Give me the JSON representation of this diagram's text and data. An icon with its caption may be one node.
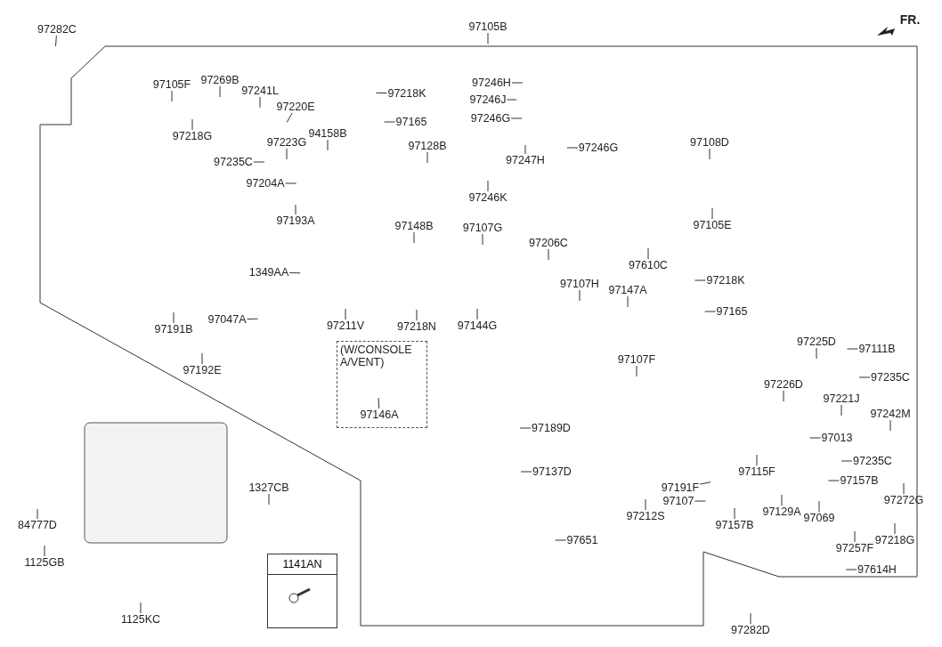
{
  "diagram": {
    "nodes": [
      {
        "text": [
          "97282C"
        ]
      },
      {
        "text": [
          "97105B"
        ]
      },
      {
        "text": [
          "97105F"
        ]
      },
      {
        "text": [
          "97269B"
        ]
      },
      {
        "text": [
          "97241L"
        ]
      },
      {
        "text": [
          "97220E"
        ]
      },
      {
        "text": [
          "97218G"
        ]
      },
      {
        "text": [
          "97218K"
        ]
      },
      {
        "text": [
          "97165"
        ]
      },
      {
        "text": [
          "94158B"
        ]
      },
      {
        "text": [
          "97128B"
        ]
      },
      {
        "text": [
          "97223G"
        ]
      },
      {
        "text": [
          "97235C"
        ]
      },
      {
        "text": [
          "97204A"
        ]
      },
      {
        "text": [
          "97193A"
        ]
      },
      {
        "text": [
          "97148B"
        ]
      },
      {
        "text": [
          "1349AA"
        ]
      },
      {
        "text": [
          "97047A"
        ]
      },
      {
        "text": [
          "97211V"
        ]
      },
      {
        "text": [
          "97218N"
        ]
      },
      {
        "text": [
          "97191B"
        ]
      },
      {
        "text": [
          "97192E"
        ]
      },
      {
        "text": [
          "97246H"
        ]
      },
      {
        "text": [
          "97246J"
        ]
      },
      {
        "text": [
          "97246G"
        ]
      },
      {
        "text": [
          "97246G"
        ]
      },
      {
        "text": [
          "97247H"
        ]
      },
      {
        "text": [
          "97246K"
        ]
      },
      {
        "text": [
          "97107G"
        ]
      },
      {
        "text": [
          "97206C"
        ]
      },
      {
        "text": [
          "97108D"
        ]
      },
      {
        "text": [
          "97105E"
        ]
      },
      {
        "text": [
          "97610C"
        ]
      },
      {
        "text": [
          "97218K"
        ]
      },
      {
        "text": [
          "97165"
        ]
      },
      {
        "text": [
          "97107H"
        ]
      },
      {
        "text": [
          "97147A"
        ]
      },
      {
        "text": [
          "97144G"
        ]
      },
      {
        "text": [
          "(W/CONSOLE A/VENT)"
        ]
      },
      {
        "text": [
          "97146A"
        ],
        "in": 38
      },
      {
        "text": [
          "97107F"
        ]
      },
      {
        "text": [
          "97189D"
        ]
      },
      {
        "text": [
          "97137D"
        ]
      },
      {
        "text": [
          "97651"
        ]
      },
      {
        "text": [
          "97225D"
        ]
      },
      {
        "text": [
          "97111B"
        ]
      },
      {
        "text": [
          "97235C"
        ]
      },
      {
        "text": [
          "97226D"
        ]
      },
      {
        "text": [
          "97221J"
        ]
      },
      {
        "text": [
          "97242M"
        ]
      },
      {
        "text": [
          "97013"
        ]
      },
      {
        "text": [
          "97235C"
        ]
      },
      {
        "text": [
          "97157B"
        ]
      },
      {
        "text": [
          "97115F"
        ]
      },
      {
        "text": [
          "97191F"
        ]
      },
      {
        "text": [
          "97107"
        ]
      },
      {
        "text": [
          "97157B"
        ]
      },
      {
        "text": [
          "97129A"
        ]
      },
      {
        "text": [
          "97069"
        ]
      },
      {
        "text": [
          "97212S"
        ]
      },
      {
        "text": [
          "97272G"
        ]
      },
      {
        "text": [
          "97218G"
        ]
      },
      {
        "text": [
          "97257F"
        ]
      },
      {
        "text": [
          "97614H"
        ]
      },
      {
        "text": [
          "97282D"
        ]
      },
      {
        "text": [
          "1327CB"
        ]
      },
      {
        "text": [
          "84777D"
        ]
      },
      {
        "text": [
          "1125GB"
        ]
      },
      {
        "text": [
          "1125KC"
        ]
      },
      {
        "text": [
          "1141AN"
        ]
      }
    ],
    "edges": [
      {
        "from": 0,
        "to": null,
        "arrow": "none"
      },
      {
        "from": 1,
        "to": null,
        "arrow": "none"
      },
      {
        "from": 2,
        "to": null,
        "arrow": "none"
      },
      {
        "from": 3,
        "to": null,
        "arrow": "none"
      },
      {
        "from": 4,
        "to": null,
        "arrow": "none"
      },
      {
        "from": 5,
        "to": null,
        "arrow": "none"
      },
      {
        "from": 6,
        "to": null,
        "arrow": "none"
      },
      {
        "from": 7,
        "to": null,
        "arrow": "none"
      },
      {
        "from": 8,
        "to": null,
        "arrow": "none"
      },
      {
        "from": 9,
        "to": null,
        "arrow": "none"
      },
      {
        "from": 10,
        "to": null,
        "arrow": "none"
      },
      {
        "from": 11,
        "to": null,
        "arrow": "none"
      },
      {
        "from": 12,
        "to": null,
        "arrow": "none"
      },
      {
        "from": 13,
        "to": null,
        "arrow": "none"
      },
      {
        "from": 14,
        "to": null,
        "arrow": "none"
      },
      {
        "from": 15,
        "to": null,
        "arrow": "none"
      },
      {
        "from": 16,
        "to": null,
        "arrow": "none"
      },
      {
        "from": 17,
        "to": null,
        "arrow": "none"
      },
      {
        "from": 18,
        "to": null,
        "arrow": "none"
      },
      {
        "from": 19,
        "to": null,
        "arrow": "none"
      },
      {
        "from": 20,
        "to": null,
        "arrow": "none"
      },
      {
        "from": 21,
        "to": null,
        "arrow": "none"
      },
      {
        "from": 22,
        "to": null,
        "arrow": "none"
      },
      {
        "from": 23,
        "to": null,
        "arrow": "none"
      },
      {
        "from": 24,
        "to": null,
        "arrow": "none"
      },
      {
        "from": 25,
        "to": null,
        "arrow": "none"
      },
      {
        "from": 26,
        "to": null,
        "arrow": "none"
      },
      {
        "from": 27,
        "to": null,
        "arrow": "none"
      },
      {
        "from": 28,
        "to": null,
        "arrow": "none"
      },
      {
        "from": 29,
        "to": null,
        "arrow": "none"
      },
      {
        "from": 30,
        "to": null,
        "arrow": "none"
      },
      {
        "from": 31,
        "to": null,
        "arrow": "none"
      },
      {
        "from": 32,
        "to": null,
        "arrow": "none"
      },
      {
        "from": 33,
        "to": null,
        "arrow": "none"
      },
      {
        "from": 34,
        "to": null,
        "arrow": "none"
      },
      {
        "from": 35,
        "to": null,
        "arrow": "none"
      },
      {
        "from": 36,
        "to": null,
        "arrow": "none"
      },
      {
        "from": 37,
        "to": null,
        "arrow": "none"
      },
      {
        "from": 39,
        "to": null,
        "arrow": "none"
      },
      {
        "from": 40,
        "to": null,
        "arrow": "none"
      },
      {
        "from": 41,
        "to": null,
        "arrow": "none"
      },
      {
        "from": 42,
        "to": null,
        "arrow": "none"
      },
      {
        "from": 43,
        "to": null,
        "arrow": "none"
      },
      {
        "from": 44,
        "to": null,
        "arrow": "none"
      },
      {
        "from": 45,
        "to": null,
        "arrow": "none"
      },
      {
        "from": 46,
        "to": null,
        "arrow": "none"
      },
      {
        "from": 47,
        "to": null,
        "arrow": "none"
      },
      {
        "from": 48,
        "to": null,
        "arrow": "none"
      },
      {
        "from": 49,
        "to": null,
        "arrow": "none"
      },
      {
        "from": 50,
        "to": null,
        "arrow": "none"
      },
      {
        "from": 51,
        "to": null,
        "arrow": "none"
      },
      {
        "from": 52,
        "to": null,
        "arrow": "none"
      },
      {
        "from": 53,
        "to": null,
        "arrow": "none"
      },
      {
        "from": 54,
        "to": null,
        "arrow": "none"
      },
      {
        "from": 55,
        "to": null,
        "arrow": "none"
      },
      {
        "from": 56,
        "to": null,
        "arrow": "none"
      },
      {
        "from": 57,
        "to": null,
        "arrow": "none"
      },
      {
        "from": 58,
        "to": null,
        "arrow": "none"
      },
      {
        "from": 59,
        "to": null,
        "arrow": "none"
      },
      {
        "from": 60,
        "to": null,
        "arrow": "none"
      },
      {
        "from": 61,
        "to": null,
        "arrow": "none"
      },
      {
        "from": 62,
        "to": null,
        "arrow": "none"
      },
      {
        "from": 63,
        "to": null,
        "arrow": "none"
      },
      {
        "from": 64,
        "to": null,
        "arrow": "none"
      },
      {
        "from": 65,
        "to": null,
        "arrow": "none"
      },
      {
        "from": 66,
        "to": null,
        "arrow": "none"
      },
      {
        "from": 67,
        "to": null,
        "arrow": "none"
      },
      {
        "from": 68,
        "to": null,
        "arrow": "none"
      }
    ],
    "labels": [
      "FR."
    ]
  }
}
